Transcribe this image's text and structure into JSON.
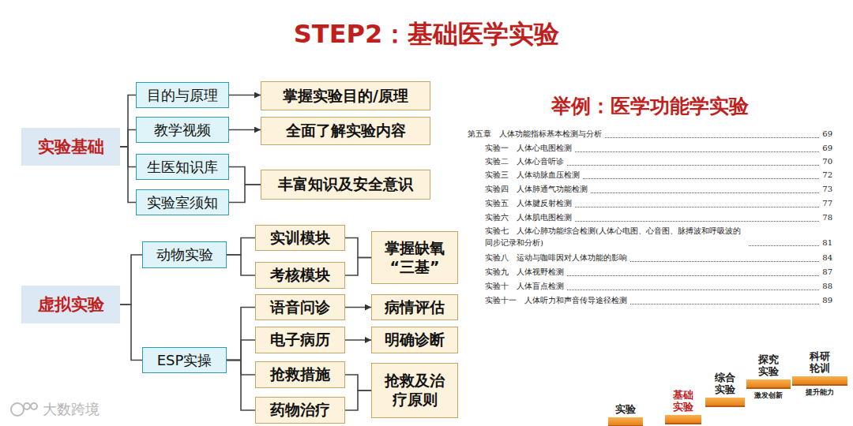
{
  "diagram": {
    "title": "STEP2：基础医学实验",
    "nodes": [
      {
        "text": [
          "实验基础"
        ]
      },
      {
        "text": [
          "目的与原理"
        ]
      },
      {
        "text": [
          "教学视频"
        ]
      },
      {
        "text": [
          "生医知识库"
        ]
      },
      {
        "text": [
          "实验室须知"
        ]
      },
      {
        "text": [
          "掌握实验目的/原理"
        ]
      },
      {
        "text": [
          "全面了解实验内容"
        ]
      },
      {
        "text": [
          "丰富知识及安全意识"
        ]
      },
      {
        "text": [
          "虚拟实验"
        ]
      },
      {
        "text": [
          "动物实验"
        ]
      },
      {
        "text": [
          "ESP实操"
        ]
      },
      {
        "text": [
          "实训模块"
        ]
      },
      {
        "text": [
          "考核模块"
        ]
      },
      {
        "text": [
          "掌握缺氧“三基”"
        ]
      },
      {
        "text": [
          "语音问诊"
        ]
      },
      {
        "text": [
          "电子病历"
        ]
      },
      {
        "text": [
          "抢救措施"
        ]
      },
      {
        "text": [
          "药物治疗"
        ]
      },
      {
        "text": [
          "病情评估"
        ]
      },
      {
        "text": [
          "明确诊断"
        ]
      },
      {
        "text": [
          "抢救及治疗原则"
        ]
      },
      {
        "text": [
          "实验"
        ]
      },
      {
        "text": [
          "基础实验"
        ]
      },
      {
        "text": [
          "综合实验"
        ]
      },
      {
        "text": [
          "探究实验",
          "激发创新"
        ]
      },
      {
        "text": [
          "科研轮训",
          "提升能力"
        ]
      }
    ],
    "edges": [
      {
        "from": 0,
        "to": 1,
        "arrow": "none"
      },
      {
        "from": 0,
        "to": 2,
        "arrow": "none"
      },
      {
        "from": 0,
        "to": 3,
        "arrow": "none"
      },
      {
        "from": 0,
        "to": 4,
        "arrow": "none"
      },
      {
        "from": 1,
        "to": 5,
        "arrow": "to"
      },
      {
        "from": 2,
        "to": 6,
        "arrow": "to"
      },
      {
        "from": 3,
        "to": 7,
        "arrow": "none"
      },
      {
        "from": 4,
        "to": 7,
        "arrow": "none"
      },
      {
        "from": 8,
        "to": 9,
        "arrow": "none"
      },
      {
        "from": 8,
        "to": 10,
        "arrow": "none"
      },
      {
        "from": 9,
        "to": 11,
        "arrow": "none"
      },
      {
        "from": 9,
        "to": 12,
        "arrow": "none"
      },
      {
        "from": 11,
        "to": 13,
        "arrow": "none"
      },
      {
        "from": 12,
        "to": 13,
        "arrow": "none"
      },
      {
        "from": 10,
        "to": 14,
        "arrow": "none"
      },
      {
        "from": 10,
        "to": 15,
        "arrow": "none"
      },
      {
        "from": 10,
        "to": 16,
        "arrow": "none"
      },
      {
        "from": 10,
        "to": 17,
        "arrow": "none"
      },
      {
        "from": 14,
        "to": 18,
        "arrow": "to"
      },
      {
        "from": 15,
        "to": 19,
        "arrow": "to"
      },
      {
        "from": 16,
        "to": 20,
        "arrow": "none"
      },
      {
        "from": 17,
        "to": 20,
        "arrow": "none"
      }
    ],
    "labels": [
      "举例：医学功能学实验",
      "第五章　人体功能指标基本检测与分析",
      "69",
      "实验一　人体心电图检测",
      "69",
      "实验二　人体心音听诊",
      "70",
      "实验三　人体动脉血压检测",
      "72",
      "实验四　人体肺通气功能检测",
      "73",
      "实验五　人体腱反射检测",
      "77",
      "实验六　人体肌电图检测",
      "78",
      "实验七　人体心肺功能综合检测(人体心电图、心音图、脉搏波和呼吸波的同步记录和分析)",
      "81",
      "实验八　运动与咖啡因对人体功能的影响",
      "84",
      "实验九　人体视野检测",
      "87",
      "实验十　人体盲点检测",
      "88",
      "实验十一　人体听力和声音传导途径检测",
      "89",
      "大数跨境"
    ]
  }
}
